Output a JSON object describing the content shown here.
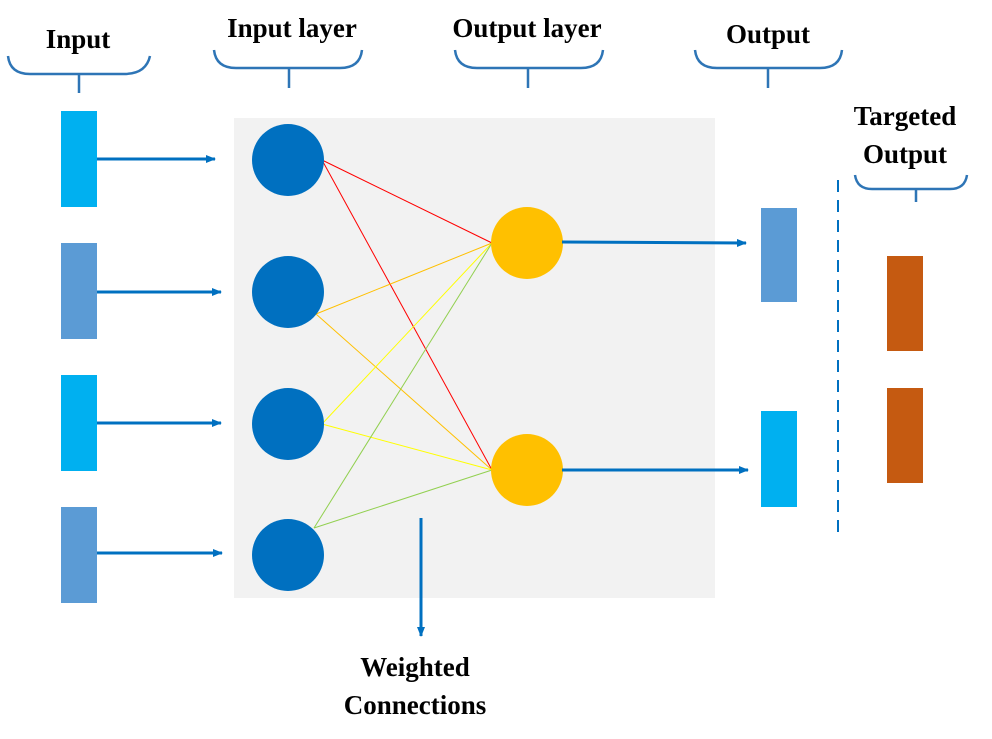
{
  "labels": {
    "input": "Input",
    "input_layer": "Input layer",
    "output_layer": "Output layer",
    "output": "Output",
    "targeted_output_line1": "Targeted",
    "targeted_output_line2": "Output",
    "weighted_line1": "Weighted",
    "weighted_line2": "Connections"
  },
  "colors": {
    "input_bar_cyan": "#00B0F0",
    "input_bar_blue": "#5B9BD5",
    "input_node": "#0070C0",
    "output_node": "#FFC000",
    "target_bar": "#C55A11",
    "arrow": "#0070C0",
    "panel": "#F2F2F2",
    "brace": "#2E75B6",
    "conn_red": "#FF0000",
    "conn_orange": "#FFC000",
    "conn_yellow": "#FFFF00",
    "conn_green": "#92D050"
  },
  "network": {
    "input_nodes": 4,
    "output_nodes": 2,
    "connections": [
      {
        "from": 1,
        "to": 1,
        "color": "conn_red"
      },
      {
        "from": 1,
        "to": 2,
        "color": "conn_red"
      },
      {
        "from": 2,
        "to": 1,
        "color": "conn_orange"
      },
      {
        "from": 2,
        "to": 2,
        "color": "conn_orange"
      },
      {
        "from": 3,
        "to": 1,
        "color": "conn_yellow"
      },
      {
        "from": 3,
        "to": 2,
        "color": "conn_yellow"
      },
      {
        "from": 4,
        "to": 1,
        "color": "conn_green"
      },
      {
        "from": 4,
        "to": 2,
        "color": "conn_green"
      }
    ]
  }
}
